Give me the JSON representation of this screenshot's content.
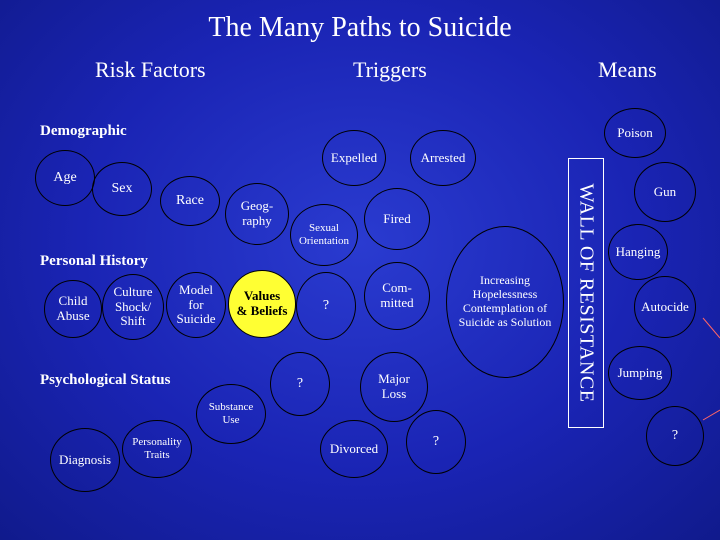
{
  "title": "The Many Paths to Suicide",
  "headers": {
    "risk": "Risk Factors",
    "triggers": "Triggers",
    "means": "Means"
  },
  "sections": {
    "demographic": "Demographic",
    "personal_history": "Personal History",
    "psychological_status": "Psychological Status"
  },
  "wall": "WALL OF RESISTANCE",
  "nodes": {
    "age": "Age",
    "sex": "Sex",
    "race": "Race",
    "geography": "Geog-\nraphy",
    "child_abuse": "Child\nAbuse",
    "culture_shock": "Culture\nShock/\nShift",
    "model_suicide": "Model\nfor\nSuicide",
    "values_beliefs": "Values\n& Beliefs",
    "substance_use": "Substance\nUse",
    "personality_traits": "Personality\nTraits",
    "diagnosis": "Diagnosis",
    "expelled": "Expelled",
    "arrested": "Arrested",
    "sexual_orientation": "Sexual\nOrientation",
    "fired": "Fired",
    "question_1": "?",
    "committed": "Com-\nmitted",
    "question_2": "?",
    "major_loss": "Major\nLoss",
    "divorced": "Divorced",
    "question_3": "?",
    "hopelessness": "Increasing\nHopelessness\nContemplation of\nSuicide as Solution",
    "poison": "Poison",
    "gun": "Gun",
    "hanging": "Hanging",
    "autocide": "Autocide",
    "jumping": "Jumping",
    "question_4": "?"
  },
  "colors": {
    "background": "#1a24b4",
    "highlight": "#ffff33",
    "outline": "#000000"
  }
}
